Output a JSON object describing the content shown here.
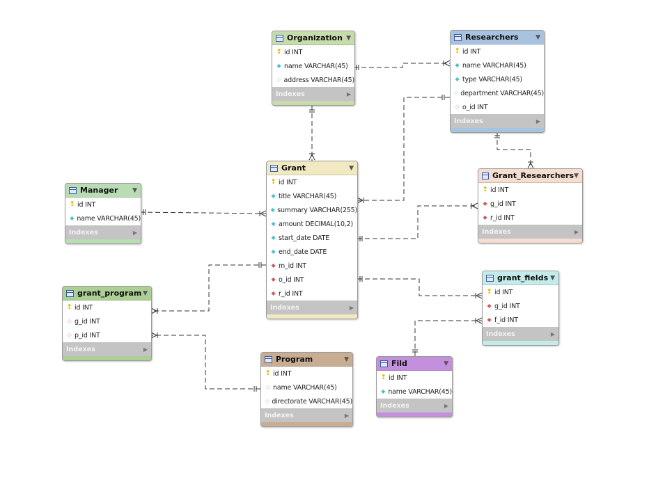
{
  "tables": [
    {
      "key": "organization",
      "name": "Organization",
      "color": "#c7dcab",
      "columns": [
        {
          "icon": "key",
          "text": "id INT"
        },
        {
          "icon": "attr",
          "text": "name VARCHAR(45)"
        },
        {
          "icon": "attr-opt",
          "text": "address VARCHAR(45)"
        }
      ],
      "indexes": "Indexes"
    },
    {
      "key": "researchers",
      "name": "Researchers",
      "color": "#a7c3e0",
      "columns": [
        {
          "icon": "key",
          "text": "id INT"
        },
        {
          "icon": "attr",
          "text": "name VARCHAR(45)"
        },
        {
          "icon": "attr",
          "text": "type VARCHAR(45)"
        },
        {
          "icon": "attr-opt",
          "text": "department VARCHAR(45)"
        },
        {
          "icon": "fk-opt",
          "text": "o_id INT"
        }
      ],
      "indexes": "Indexes"
    },
    {
      "key": "grant",
      "name": "Grant",
      "color": "#f1e9c1",
      "columns": [
        {
          "icon": "key",
          "text": "id INT"
        },
        {
          "icon": "attr",
          "text": "title VARCHAR(45)"
        },
        {
          "icon": "attr",
          "text": "summary VARCHAR(255)"
        },
        {
          "icon": "attr",
          "text": "amount DECIMAL(10,2)"
        },
        {
          "icon": "attr",
          "text": "start_date DATE"
        },
        {
          "icon": "attr",
          "text": "end_date DATE"
        },
        {
          "icon": "fk",
          "text": "m_id INT"
        },
        {
          "icon": "fk",
          "text": "o_id INT"
        },
        {
          "icon": "fk",
          "text": "r_id INT"
        }
      ],
      "indexes": "Indexes"
    },
    {
      "key": "grant_researchers",
      "name": "Grant_Researchers",
      "color": "#f5ddd0",
      "columns": [
        {
          "icon": "key",
          "text": "id INT"
        },
        {
          "icon": "fk",
          "text": "g_id INT"
        },
        {
          "icon": "fk",
          "text": "r_id INT"
        }
      ],
      "indexes": "Indexes"
    },
    {
      "key": "manager",
      "name": "Manager",
      "color": "#b9dcb5",
      "columns": [
        {
          "icon": "key",
          "text": "id INT"
        },
        {
          "icon": "attr",
          "text": "name VARCHAR(45)"
        }
      ],
      "indexes": "Indexes"
    },
    {
      "key": "grant_fields",
      "name": "grant_fields",
      "color": "#c2ebea",
      "columns": [
        {
          "icon": "key",
          "text": "id INT"
        },
        {
          "icon": "fk",
          "text": "g_id INT"
        },
        {
          "icon": "fk",
          "text": "f_id INT"
        }
      ],
      "indexes": "Indexes"
    },
    {
      "key": "grant_program",
      "name": "grant_program",
      "color": "#abcf95",
      "columns": [
        {
          "icon": "key",
          "text": "id INT"
        },
        {
          "icon": "fk-opt",
          "text": "g_id INT"
        },
        {
          "icon": "fk-opt",
          "text": "p_id INT"
        }
      ],
      "indexes": "Indexes"
    },
    {
      "key": "program",
      "name": "Program",
      "color": "#c8ad92",
      "columns": [
        {
          "icon": "key",
          "text": "id INT"
        },
        {
          "icon": "attr-opt",
          "text": "name VARCHAR(45)"
        },
        {
          "icon": "attr-opt",
          "text": "directorate VARCHAR(45)"
        }
      ],
      "indexes": "Indexes"
    },
    {
      "key": "fild",
      "name": "Fild",
      "color": "#c290dc",
      "columns": [
        {
          "icon": "key",
          "text": "id INT"
        },
        {
          "icon": "attr",
          "text": "name VARCHAR(45)"
        }
      ],
      "indexes": "Indexes"
    }
  ],
  "relationships": [
    {
      "from": "organization",
      "to": "grant",
      "from_card": "one",
      "to_card": "many"
    },
    {
      "from": "organization",
      "to": "researchers",
      "from_card": "one",
      "to_card": "many"
    },
    {
      "from": "researchers",
      "to": "grant",
      "from_card": "one",
      "to_card": "many"
    },
    {
      "from": "researchers",
      "to": "grant_researchers",
      "from_card": "one",
      "to_card": "many"
    },
    {
      "from": "grant",
      "to": "grant_researchers",
      "from_card": "one",
      "to_card": "many"
    },
    {
      "from": "manager",
      "to": "grant",
      "from_card": "one",
      "to_card": "many"
    },
    {
      "from": "grant",
      "to": "grant_program",
      "from_card": "one",
      "to_card": "many"
    },
    {
      "from": "program",
      "to": "grant_program",
      "from_card": "one",
      "to_card": "many"
    },
    {
      "from": "grant",
      "to": "grant_fields",
      "from_card": "one",
      "to_card": "many"
    },
    {
      "from": "fild",
      "to": "grant_fields",
      "from_card": "one",
      "to_card": "many"
    }
  ]
}
